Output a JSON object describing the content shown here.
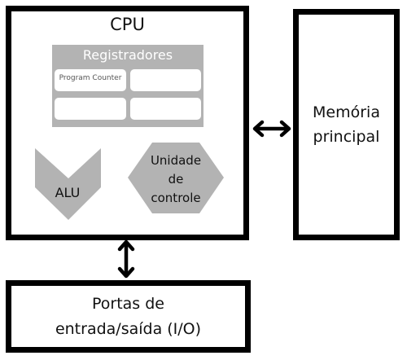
{
  "cpu": {
    "title": "CPU",
    "registers": {
      "label": "Registradores",
      "slots": [
        "Program Counter",
        "",
        "",
        ""
      ]
    },
    "alu": {
      "label": "ALU"
    },
    "control_unit": {
      "label_lines": [
        "Unidade",
        "de",
        "controle"
      ]
    }
  },
  "memory": {
    "label_lines": [
      "Memória",
      "principal"
    ]
  },
  "io": {
    "label_lines": [
      "Portas de",
      "entrada/saída (I/O)"
    ]
  },
  "colors": {
    "outline": "#000000",
    "shape_fill": "#b3b3b3",
    "register_fill": "#ffffff"
  }
}
